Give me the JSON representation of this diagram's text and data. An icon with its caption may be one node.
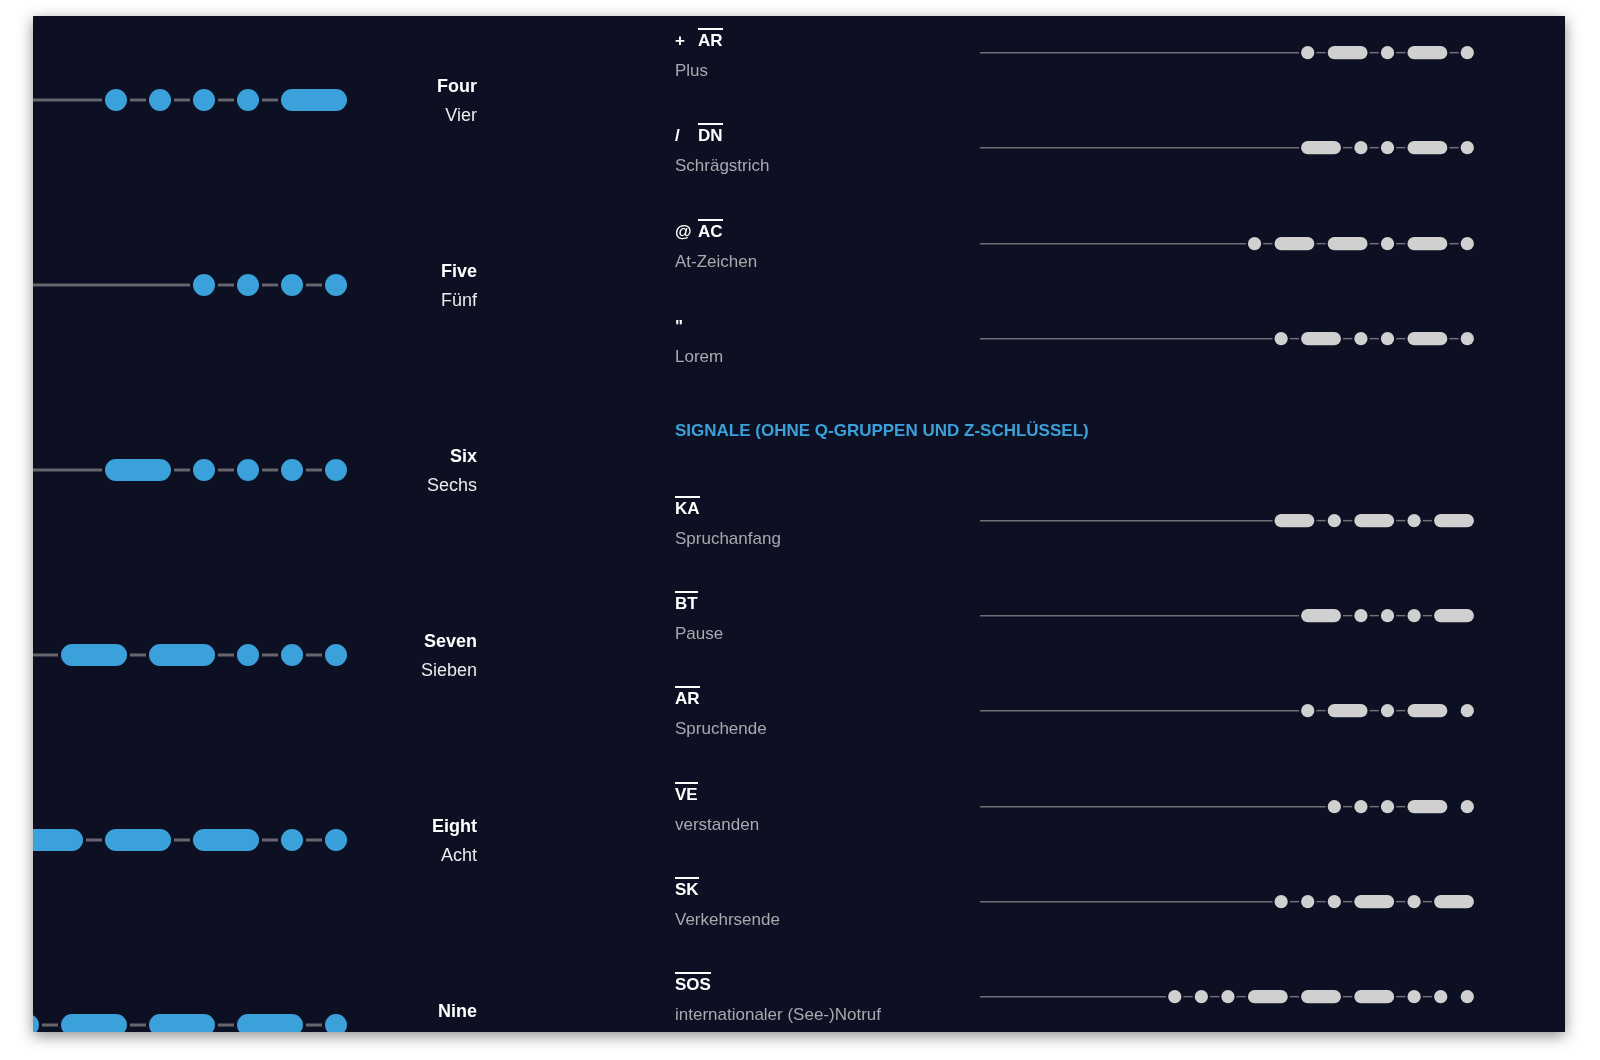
{
  "diagram": {
    "labels": [
      "Four",
      "Vier",
      "Five",
      "Fünf",
      "Six",
      "Sechs",
      "Seven",
      "Sieben",
      "Eight",
      "Acht",
      "Nine",
      "+",
      "AR",
      "Plus",
      "/",
      "DN",
      "Schrägstrich",
      "@",
      "AC",
      "At-Zeichen",
      "\"",
      "Lorem",
      "SIGNALE (OHNE Q-GRUPPEN UND Z-SCHLÜSSEL)",
      "KA",
      "Spruchanfang",
      "BT",
      "Pause",
      "AR",
      "Spruchende",
      "VE",
      "verstanden",
      "SK",
      "Verkehrsende",
      "SOS",
      "internationaler (See-)Notruf"
    ]
  }
}
